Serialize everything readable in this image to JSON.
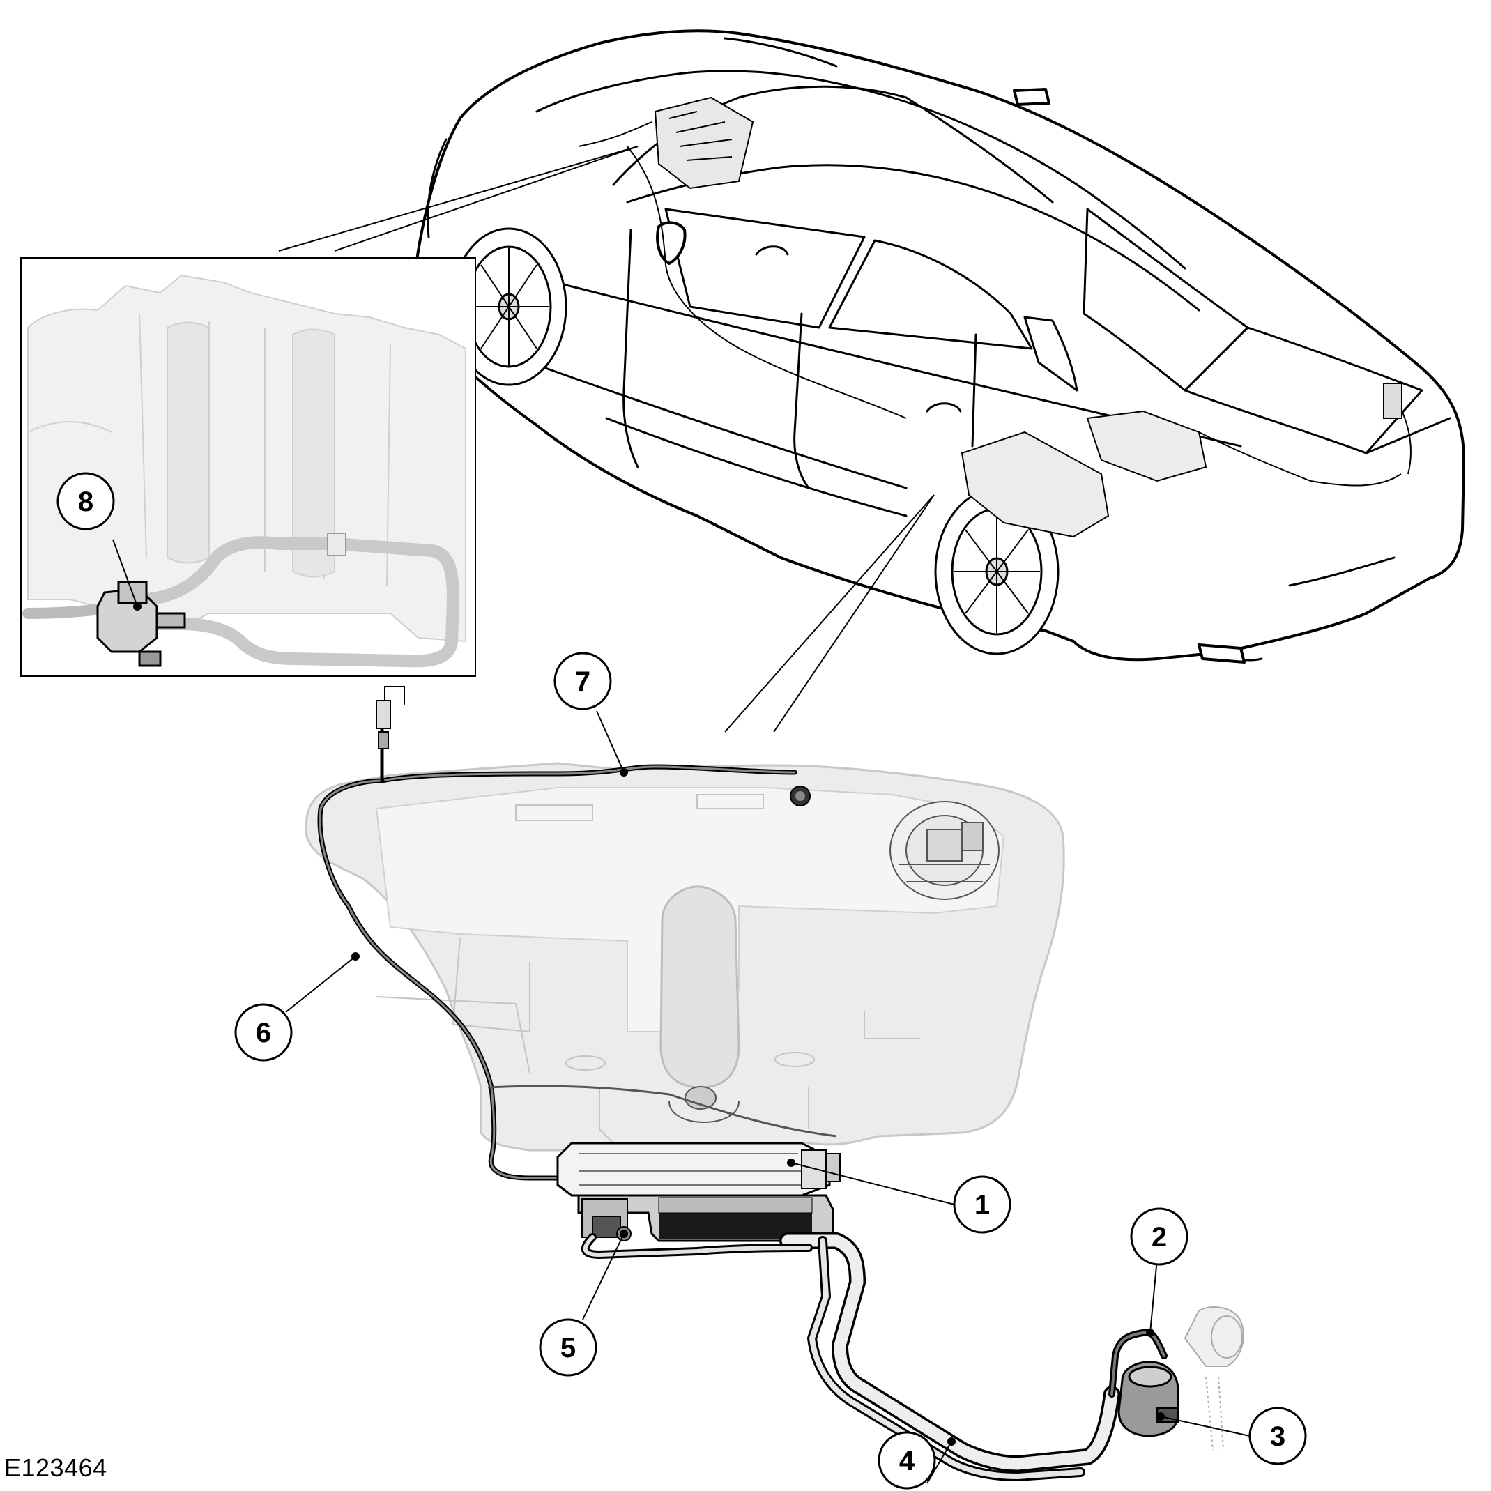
{
  "figure": {
    "reference_code": "E123464"
  },
  "callouts": [
    {
      "id": "1",
      "label": "1"
    },
    {
      "id": "2",
      "label": "2"
    },
    {
      "id": "3",
      "label": "3"
    },
    {
      "id": "4",
      "label": "4"
    },
    {
      "id": "5",
      "label": "5"
    },
    {
      "id": "6",
      "label": "6"
    },
    {
      "id": "7",
      "label": "7"
    },
    {
      "id": "8",
      "label": "8"
    }
  ],
  "colors": {
    "line": "#000000",
    "part_fill": "#e9e9e9",
    "part_fill_light": "#f4f4f4",
    "canister_dark": "#1a1a1a"
  }
}
